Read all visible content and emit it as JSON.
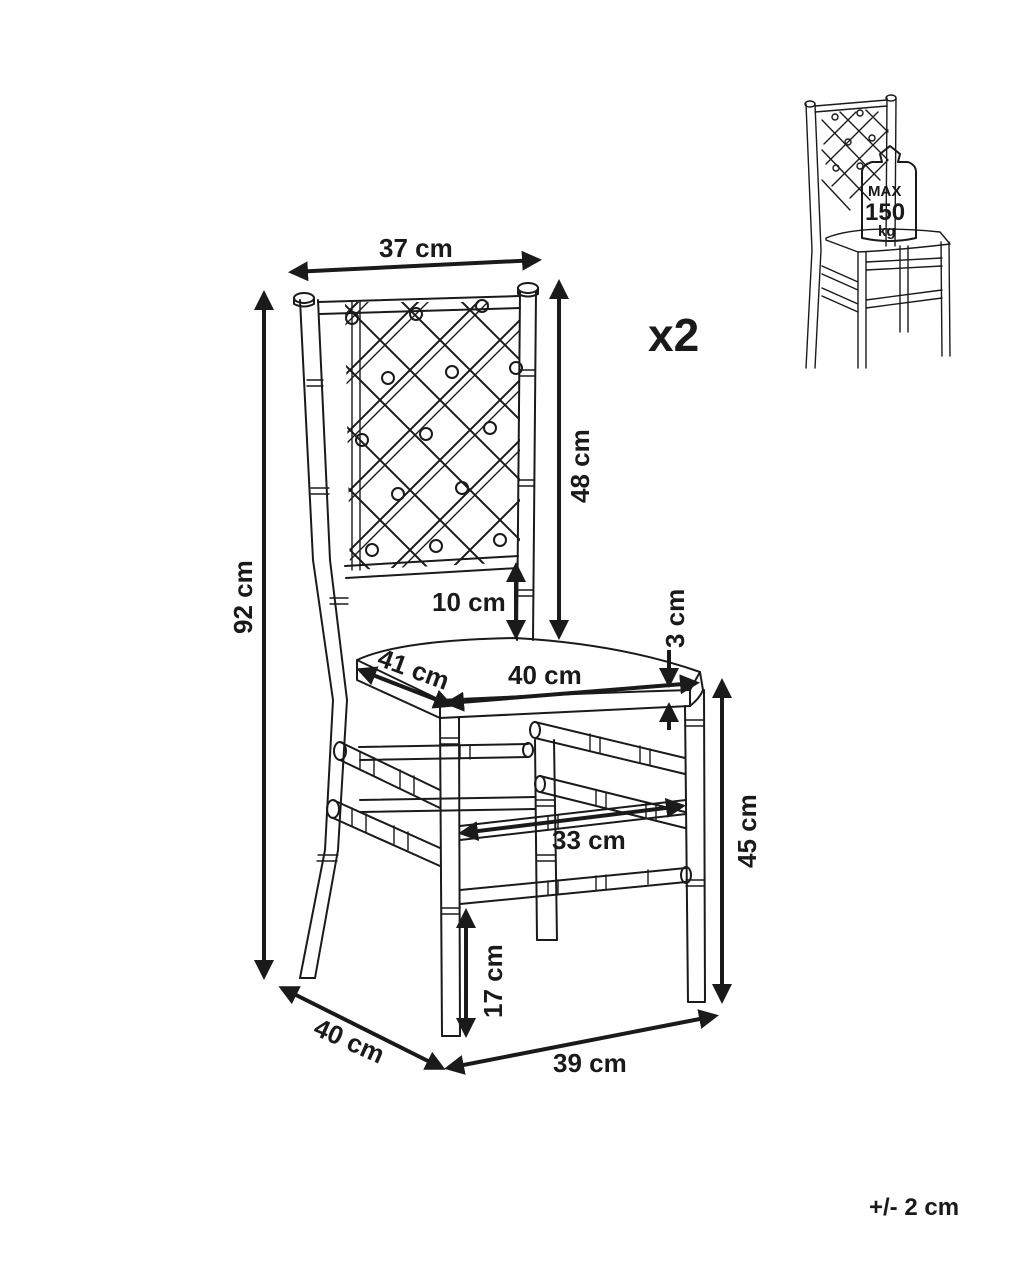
{
  "dimensions": {
    "backrest_width": "37 cm",
    "total_height": "92 cm",
    "backrest_height": "48 cm",
    "seat_to_backrest_gap": "10 cm",
    "seat_thickness": "3 cm",
    "seat_depth": "41 cm",
    "seat_width": "40 cm",
    "seat_height": "45 cm",
    "stretcher_width": "33 cm",
    "stretcher_height": "17 cm",
    "base_depth": "40 cm",
    "base_width": "39 cm"
  },
  "quantity": "x2",
  "load_badge": {
    "line1": "MAX",
    "line2": "150",
    "line3": "kg"
  },
  "tolerance": "+/- 2 cm",
  "colors": {
    "line": "#1a1a1a",
    "background": "#ffffff"
  }
}
